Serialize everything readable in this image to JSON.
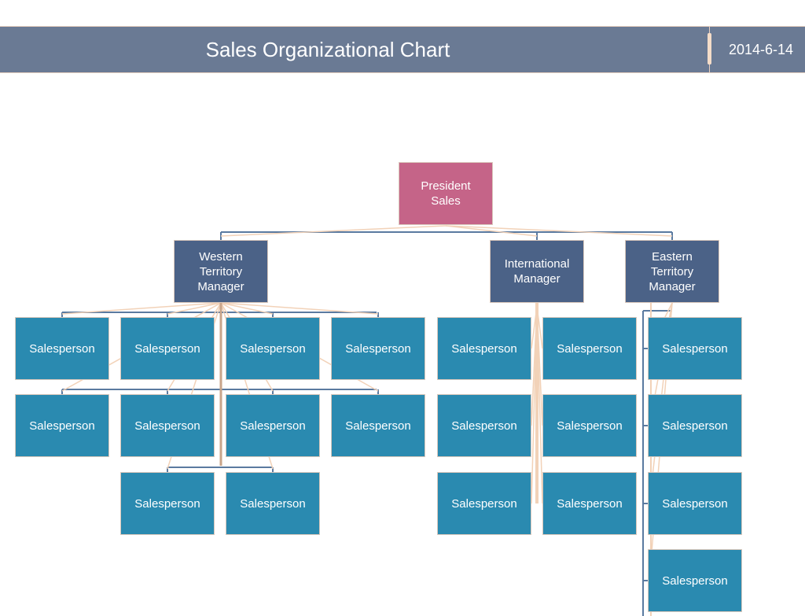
{
  "header": {
    "title": "Sales Organizational Chart",
    "date": "2014-6-14"
  },
  "president": {
    "label": "President Sales"
  },
  "managers": [
    {
      "label": "Western Territory Manager",
      "reports": 10
    },
    {
      "label": "International Manager",
      "reports": 6
    },
    {
      "label": "Eastern Territory Manager",
      "reports": 4
    }
  ],
  "salesperson_label": "Salesperson",
  "colors": {
    "header": "#6a7a94",
    "president": "#c56488",
    "manager": "#4b6287",
    "salesperson": "#2a8ab0",
    "connector": "#5a7aa0",
    "fan": "#f2d2b8"
  }
}
